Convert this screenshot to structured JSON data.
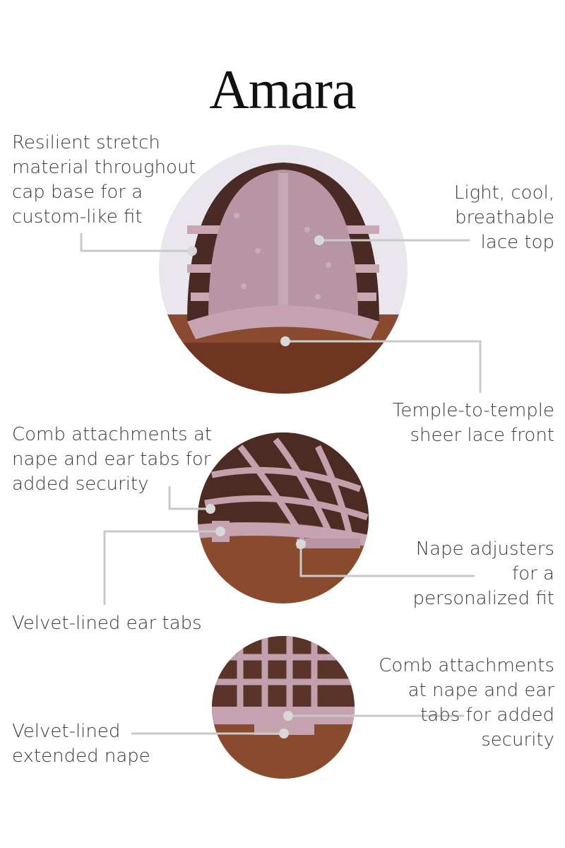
{
  "title": "Amara",
  "colors": {
    "text": "#3b3b3b",
    "leader": "#c9c9c9",
    "cap": "#b89aa7",
    "hair": "#7a3a22"
  },
  "callouts": {
    "stretch_material": "Resilient stretch material throughout cap base for a custom-like fit",
    "lace_top": "Light, cool, breathable lace top",
    "lace_front": "Temple-to-temple sheer lace front",
    "comb_attachments_1": "Comb attachments at nape and ear tabs for added security",
    "ear_tabs": "Velvet-lined ear tabs",
    "nape_adjusters": "Nape adjusters for a personalized fit",
    "comb_attachments_2": "Comb attachments at nape and ear tabs for added security",
    "extended_nape": "Velvet-lined extended nape"
  }
}
